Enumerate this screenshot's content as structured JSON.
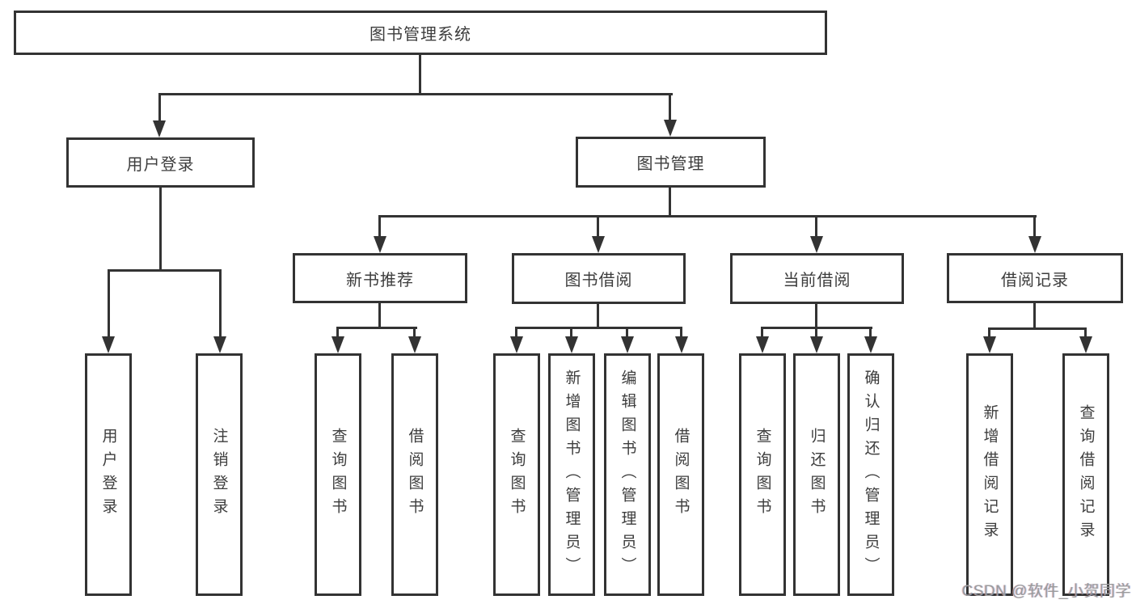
{
  "diagram": {
    "root": {
      "label": "图书管理系统"
    },
    "level2": {
      "user_login": {
        "label": "用户登录"
      },
      "book_management": {
        "label": "图书管理"
      }
    },
    "level3": {
      "new_book_recommend": {
        "label": "新书推荐"
      },
      "book_borrowing": {
        "label": "图书借阅"
      },
      "current_borrowing": {
        "label": "当前借阅"
      },
      "borrowing_records": {
        "label": "借阅记录"
      }
    },
    "leaves": {
      "user_login": {
        "label": "用户登录"
      },
      "logout": {
        "label": "注销登录"
      },
      "recommend_query_books": {
        "label": "查询图书"
      },
      "recommend_borrow_books": {
        "label": "借阅图书"
      },
      "borrowing_query_books": {
        "label": "查询图书"
      },
      "borrowing_add_books": {
        "label": "新增图书（管理员）"
      },
      "borrowing_edit_books": {
        "label": "编辑图书（管理员）"
      },
      "borrowing_borrow_books": {
        "label": "借阅图书"
      },
      "current_query_books": {
        "label": "查询图书"
      },
      "current_return_books": {
        "label": "归还图书"
      },
      "current_confirm_return": {
        "label": "确认归还（管理员）"
      },
      "records_add_record": {
        "label": "新增借阅记录"
      },
      "records_query_record": {
        "label": "查询借阅记录"
      }
    }
  },
  "watermark": {
    "text": "CSDN @软件_小贺同学"
  },
  "colors": {
    "line": "#333333",
    "box_border": "#333333",
    "text": "#3d3d3d",
    "background": "#ffffff",
    "watermark": "#9b9b9b"
  }
}
